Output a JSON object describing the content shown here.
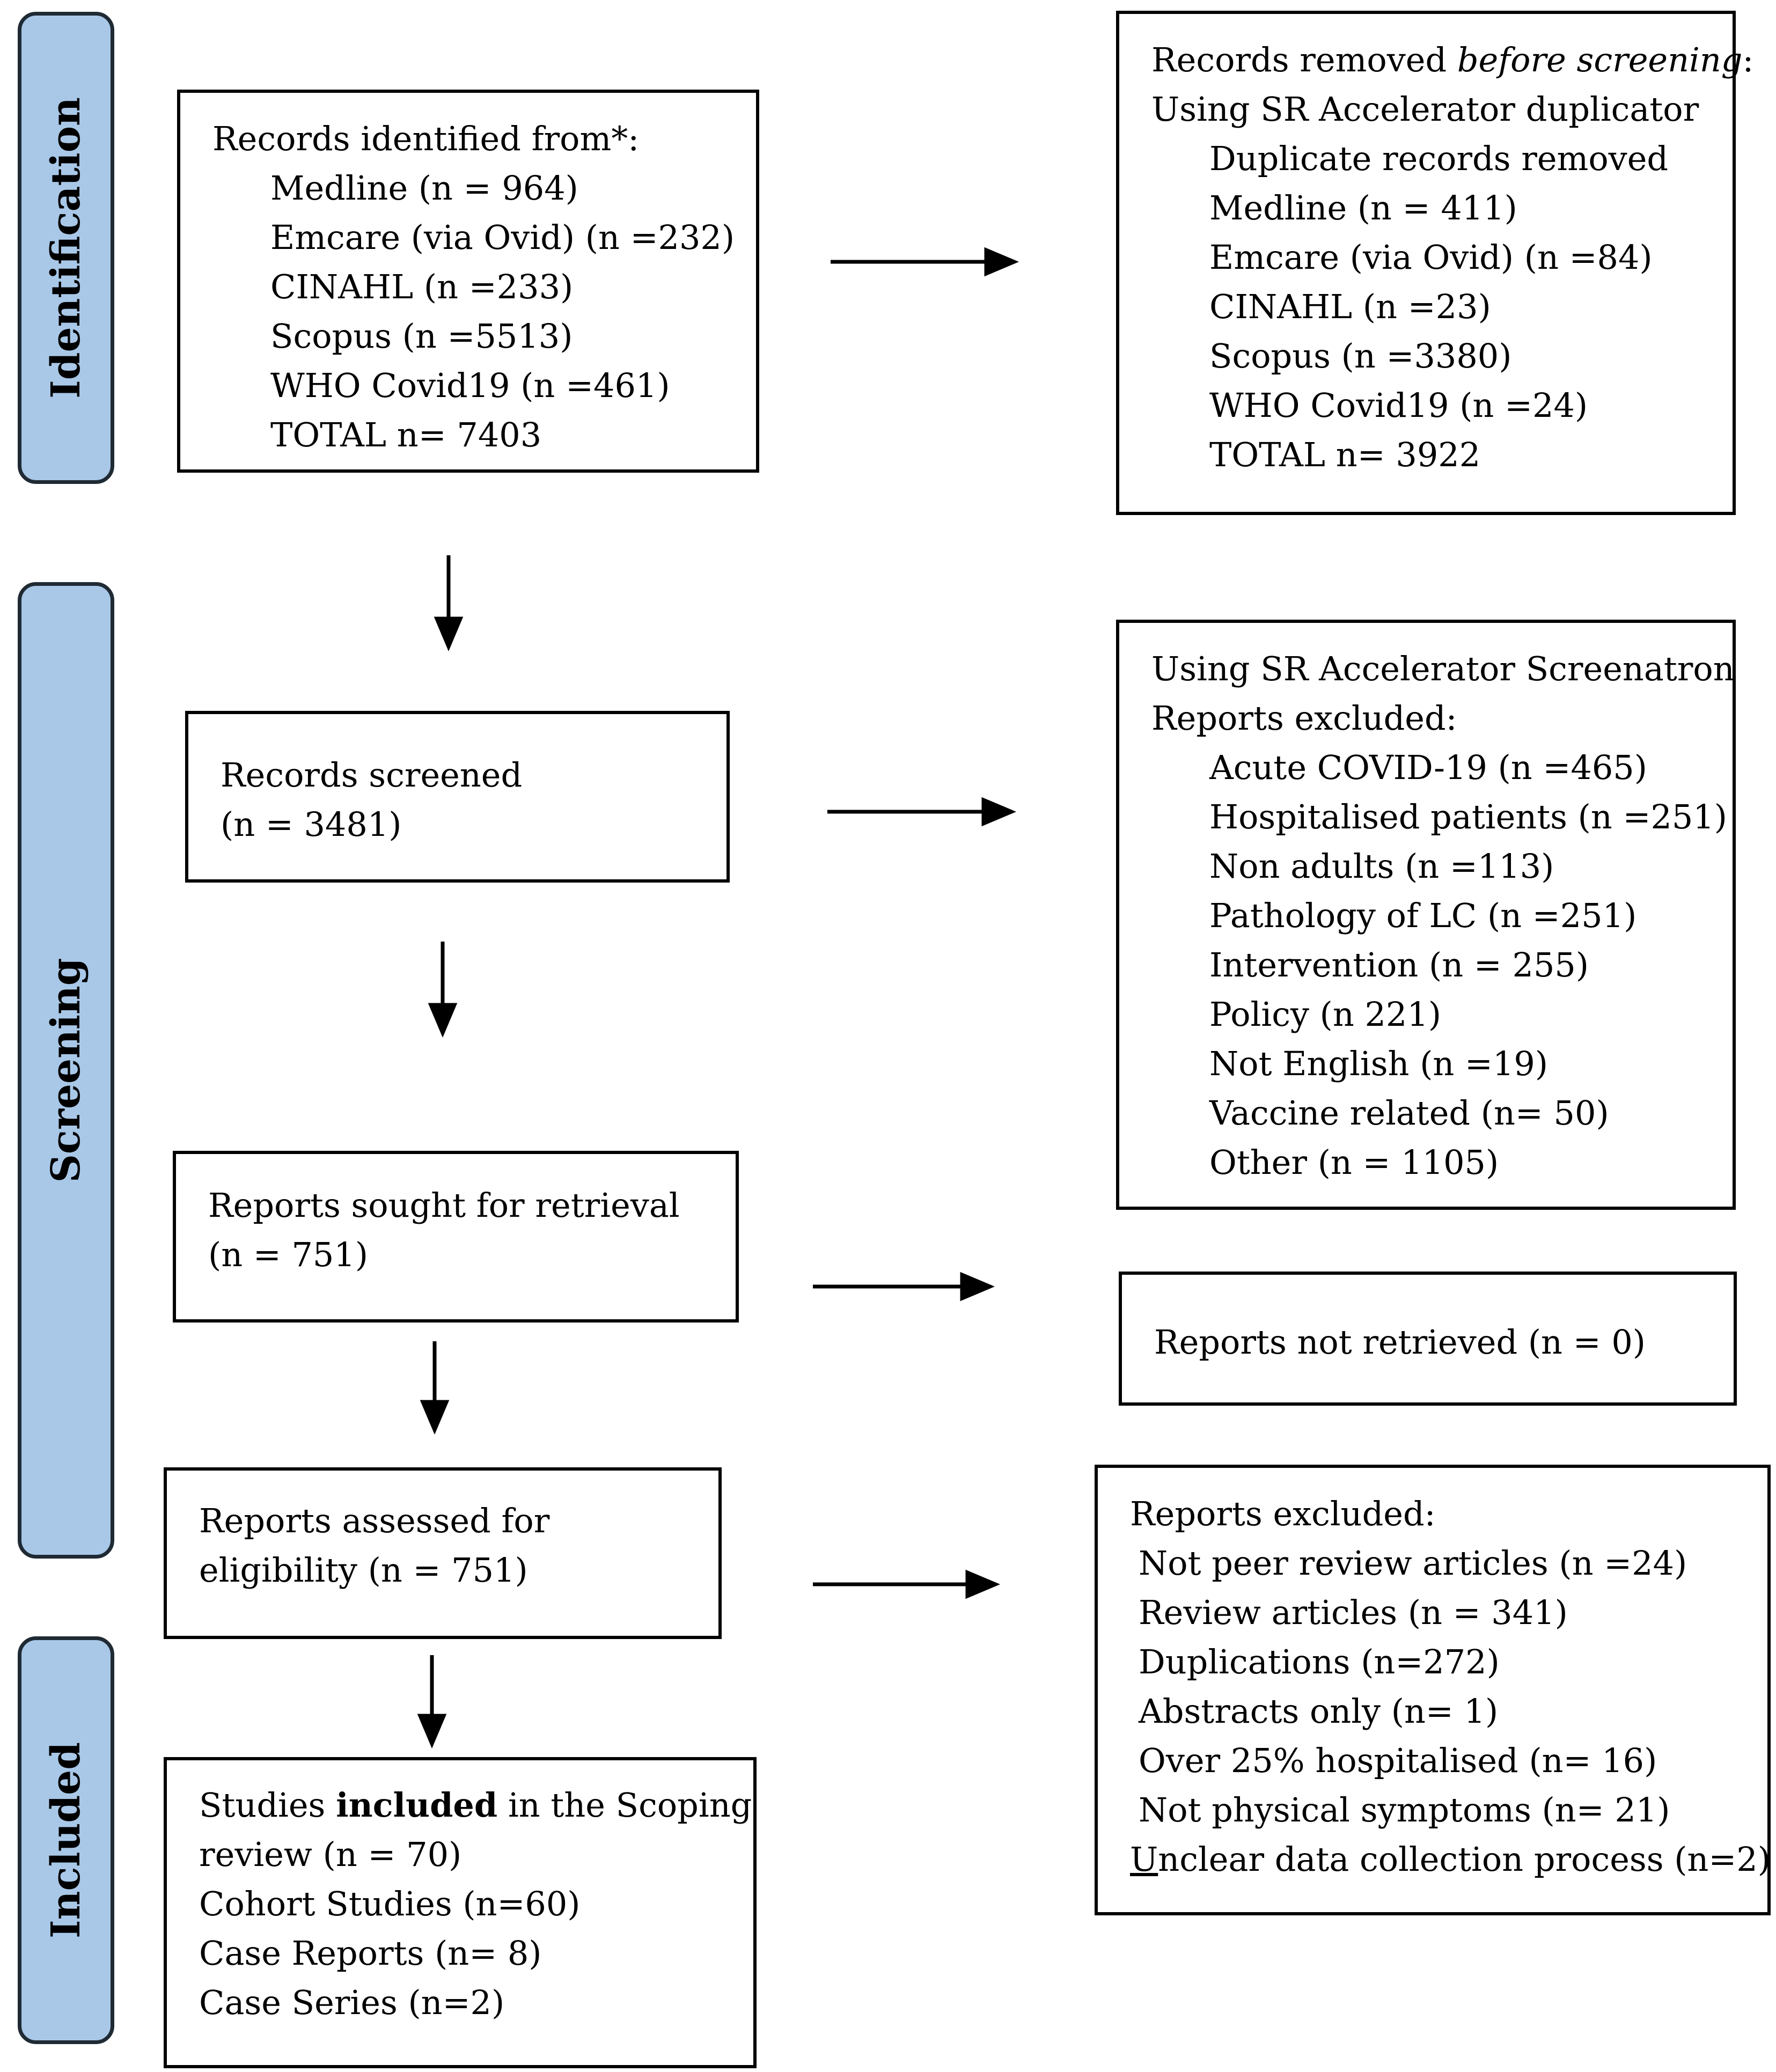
{
  "phases": {
    "identification": "Identification",
    "screening": "Screening",
    "included": "Included"
  },
  "identified": {
    "lines": [
      "Records identified from*:",
      "Medline (n = 964)",
      "Emcare (via Ovid) (n =232)",
      "CINAHL (n =233)",
      "Scopus (n =5513)",
      "WHO Covid19 (n =461)",
      "TOTAL n= 7403"
    ]
  },
  "removed": {
    "title_plain": "Records removed ",
    "title_italic": "before screening",
    "title_colon": ":",
    "lines": [
      "Using SR Accelerator duplicator",
      "Duplicate records removed",
      "Medline (n = 411)",
      "Emcare (via Ovid) (n =84)",
      "CINAHL (n =23)",
      "Scopus (n =3380)",
      "WHO Covid19 (n =24)",
      "TOTAL n= 3922"
    ]
  },
  "screened": {
    "lines": [
      "Records screened",
      "(n = 3481)"
    ]
  },
  "screen_excluded": {
    "lines": [
      "Using SR Accelerator Screenatron",
      "Reports excluded:",
      "Acute COVID-19 (n =465)",
      "Hospitalised patients (n =251)",
      "Non adults (n =113)",
      "Pathology of LC (n =251)",
      "Intervention (n = 255)",
      "Policy (n  221)",
      "Not English (n =19)",
      "Vaccine related (n= 50)",
      "Other (n = 1105)"
    ]
  },
  "sought": {
    "lines": [
      "Reports sought for retrieval",
      "(n = 751)"
    ]
  },
  "not_retrieved": {
    "lines": [
      "Reports not retrieved (n = 0)"
    ]
  },
  "assessed": {
    "lines": [
      "Reports assessed for",
      "eligibility (n = 751)"
    ]
  },
  "eligibility_excluded": {
    "lines": [
      "Reports excluded:",
      "Not peer review articles (n =24)",
      "Review articles (n = 341)",
      "Duplications (n=272)",
      "Abstracts only (n= 1)",
      "Over 25% hospitalised (n= 16)",
      "Not physical symptoms (n= 21)"
    ],
    "last_first_letter": "U",
    "last_rest": "nclear data collection process (n=2)"
  },
  "included": {
    "line1_a": "Studies ",
    "line1_bold": "included",
    "line1_b": " in the Scoping",
    "lines": [
      "review (n = 70)",
      "Cohort Studies (n=60)",
      "Case Reports (n= 8)",
      "Case Series (n=2)"
    ]
  }
}
